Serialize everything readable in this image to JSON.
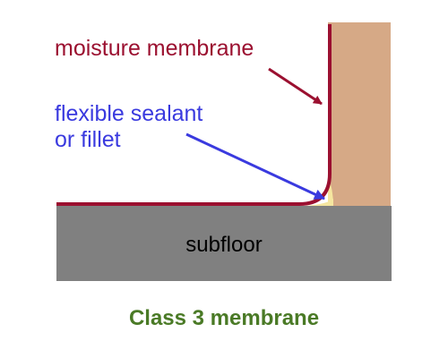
{
  "labels": {
    "moisture_membrane": "moisture membrane",
    "sealant_line1": "flexible sealant",
    "sealant_line2": "or fillet",
    "subfloor": "subfloor"
  },
  "caption": "Class 3 membrane",
  "colors": {
    "membrane": "#9b1030",
    "sealant_text": "#3a3adf",
    "sealant_fill": "#f5e6a0",
    "wall": "#d6a986",
    "subfloor": "#808080",
    "caption": "#4a7a26",
    "subfloor_text": "#000000"
  }
}
